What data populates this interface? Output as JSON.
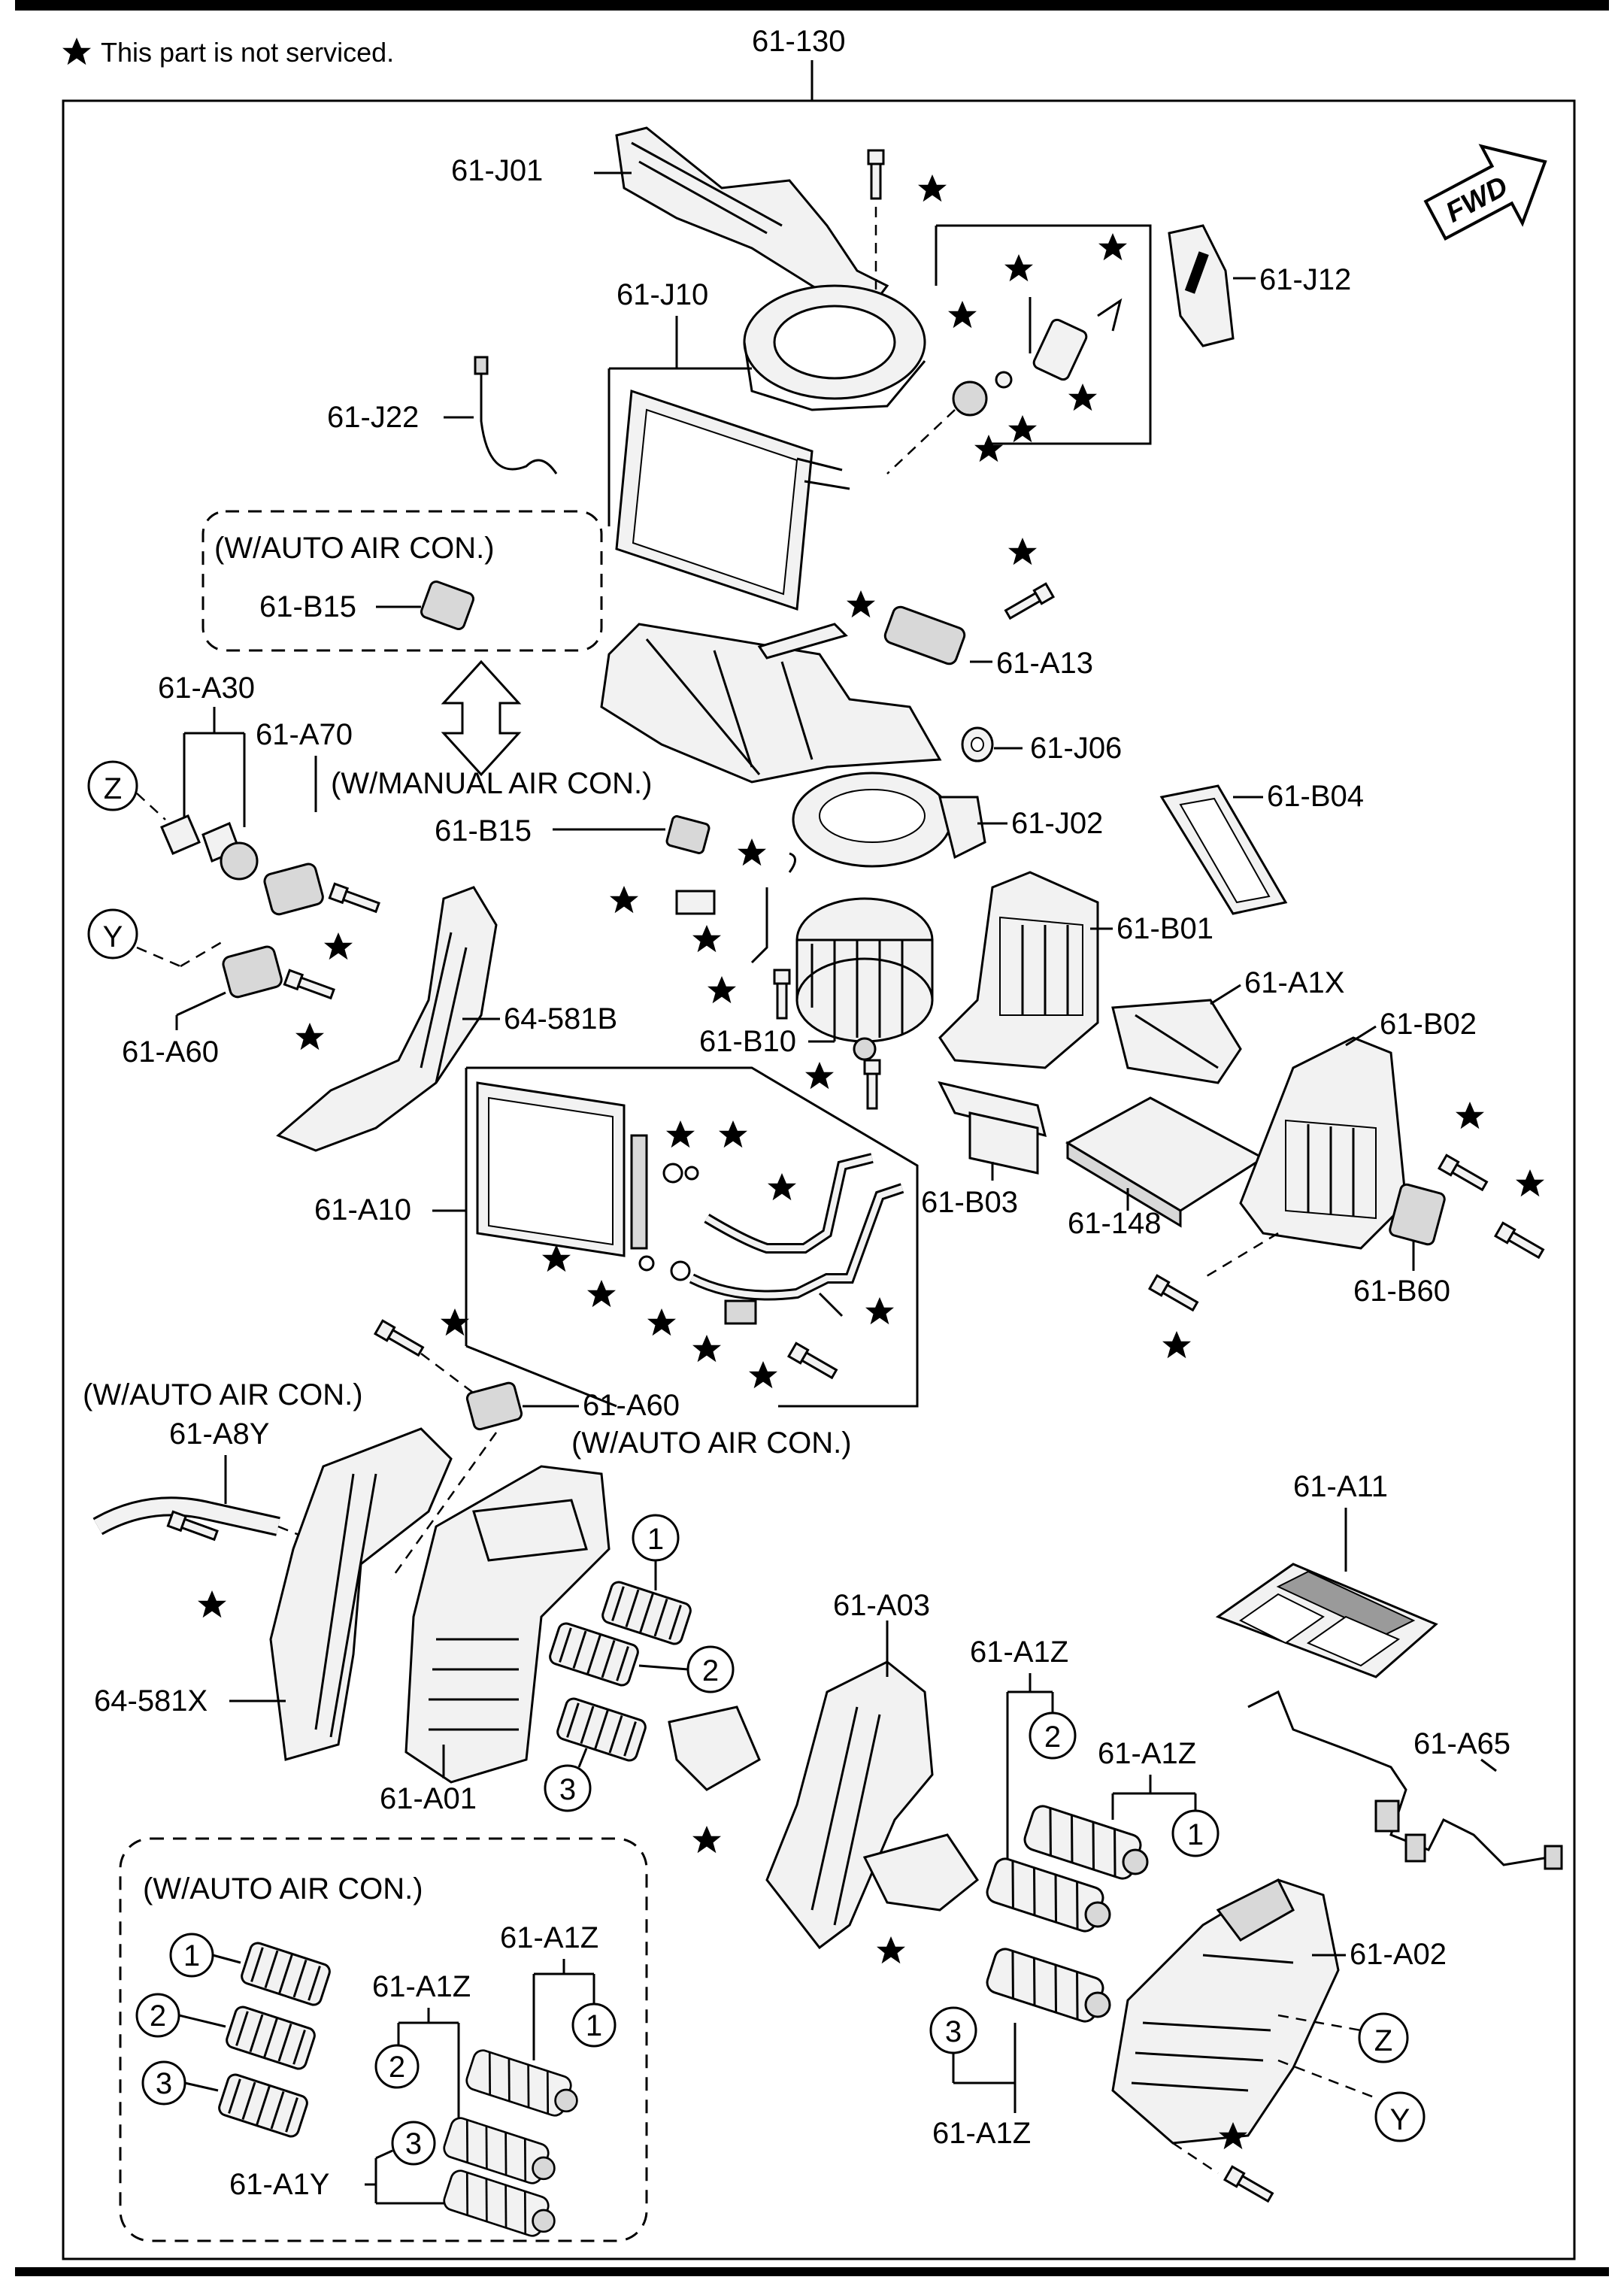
{
  "header": {
    "note_text": "This part is not serviced.",
    "assembly_ref": "61-130",
    "direction_label": "FWD"
  },
  "variants": {
    "auto": "(W/AUTO AIR CON.)",
    "manual": "(W/MANUAL AIR CON.)",
    "auto_a60": "(W/AUTO AIR CON.)",
    "auto_a8y": "(W/AUTO AIR CON.)",
    "auto_box": "(W/AUTO AIR CON.)"
  },
  "callouts": {
    "j01": "61-J01",
    "j10": "61-J10",
    "j12": "61-J12",
    "j22": "61-J22",
    "b15_auto": "61-B15",
    "a13": "61-A13",
    "a30": "61-A30",
    "a70": "61-A70",
    "j06": "61-J06",
    "b04": "61-B04",
    "b15_manual": "61-B15",
    "j02": "61-J02",
    "b01": "61-B01",
    "a1x": "61-A1X",
    "b581": "64-581B",
    "a60": "61-A60",
    "b10": "61-B10",
    "b02": "61-B02",
    "a10": "61-A10",
    "b03": "61-B03",
    "f148": "61-148",
    "b60": "61-B60",
    "a60_auto": "61-A60",
    "a8y": "61-A8Y",
    "a11": "61-A11",
    "a03": "61-A03",
    "a1z_top": "61-A1Z",
    "a1z_mid": "61-A1Z",
    "a65": "61-A65",
    "x581": "64-581X",
    "a01": "61-A01",
    "a02": "61-A02",
    "a1z_bottom": "61-A1Z",
    "box_a1z_1": "61-A1Z",
    "box_a1z_2": "61-A1Z",
    "box_a1y": "61-A1Y"
  },
  "circles": {
    "z": "Z",
    "y": "Y",
    "one": "1",
    "two": "2",
    "three": "3"
  }
}
